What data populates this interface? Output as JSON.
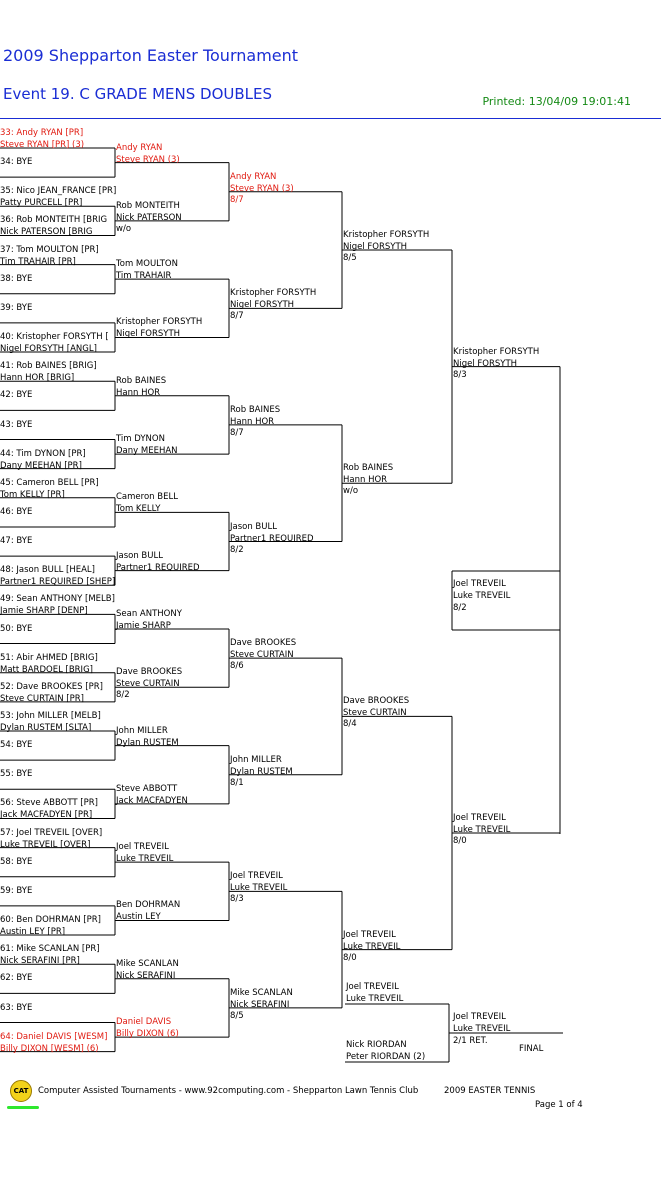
{
  "header": {
    "title": "2009 Shepparton Easter Tournament",
    "event": "Event 19. C GRADE MENS DOUBLES",
    "printed": "Printed: 13/04/09 19:01:41"
  },
  "bracket": {
    "round1": [
      {
        "top": "33: Andy RYAN [PR]",
        "bottom": "Steve RYAN [PR] (3)",
        "red": true
      },
      {
        "top": "34: BYE",
        "bottom": ""
      },
      {
        "top": "35: Nico JEAN_FRANCE [PR]",
        "bottom": "Patty PURCELL [PR]"
      },
      {
        "top": "36: Rob MONTEITH [BRIG",
        "bottom": "Nick PATERSON [BRIG"
      },
      {
        "top": "37: Tom MOULTON [PR]",
        "bottom": "Tim TRAHAIR [PR]"
      },
      {
        "top": "38: BYE",
        "bottom": ""
      },
      {
        "top": "39: BYE",
        "bottom": ""
      },
      {
        "top": "40: Kristopher FORSYTH [",
        "bottom": "Nigel FORSYTH [ANGL]"
      },
      {
        "top": "41: Rob BAINES [BRIG]",
        "bottom": "Hann HOR [BRIG]"
      },
      {
        "top": "42: BYE",
        "bottom": ""
      },
      {
        "top": "43: BYE",
        "bottom": ""
      },
      {
        "top": "44: Tim DYNON [PR]",
        "bottom": "Dany MEEHAN [PR]"
      },
      {
        "top": "45: Cameron BELL [PR]",
        "bottom": "Tom KELLY [PR]"
      },
      {
        "top": "46: BYE",
        "bottom": ""
      },
      {
        "top": "47: BYE",
        "bottom": ""
      },
      {
        "top": "48: Jason BULL [HEAL]",
        "bottom": "Partner1 REQUIRED [SHEP]"
      },
      {
        "top": "49: Sean ANTHONY [MELB]",
        "bottom": "Jamie SHARP [DENP]"
      },
      {
        "top": "50: BYE",
        "bottom": ""
      },
      {
        "top": "51: Abir AHMED [BRIG]",
        "bottom": "Matt BARDOEL [BRIG]"
      },
      {
        "top": "52: Dave BROOKES [PR]",
        "bottom": "Steve CURTAIN [PR]"
      },
      {
        "top": "53: John MILLER [MELB]",
        "bottom": "Dylan RUSTEM [SLTA]"
      },
      {
        "top": "54: BYE",
        "bottom": ""
      },
      {
        "top": "55: BYE",
        "bottom": ""
      },
      {
        "top": "56: Steve ABBOTT [PR]",
        "bottom": "Jack MACFADYEN [PR]"
      },
      {
        "top": "57: Joel TREVEIL [OVER]",
        "bottom": "Luke TREVEIL [OVER]"
      },
      {
        "top": "58: BYE",
        "bottom": ""
      },
      {
        "top": "59: BYE",
        "bottom": ""
      },
      {
        "top": "60: Ben DOHRMAN [PR]",
        "bottom": "Austin LEY [PR]"
      },
      {
        "top": "61: Mike SCANLAN [PR]",
        "bottom": "Nick SERAFINI [PR]"
      },
      {
        "top": "62: BYE",
        "bottom": ""
      },
      {
        "top": "63: BYE",
        "bottom": ""
      },
      {
        "top": "64: Daniel DAVIS [WESM]",
        "bottom": "Billy DIXON [WESM] (6)",
        "red": true
      }
    ],
    "round2": [
      {
        "top": "Andy RYAN",
        "bottom": "Steve RYAN (3)",
        "score": "",
        "red": true
      },
      {
        "top": "Rob MONTEITH",
        "bottom": "Nick PATERSON",
        "score": "w/o"
      },
      {
        "top": "Tom MOULTON",
        "bottom": "Tim TRAHAIR",
        "score": ""
      },
      {
        "top": "Kristopher FORSYTH",
        "bottom": "Nigel FORSYTH",
        "score": ""
      },
      {
        "top": "Rob BAINES",
        "bottom": "Hann HOR",
        "score": ""
      },
      {
        "top": "Tim DYNON",
        "bottom": "Dany MEEHAN",
        "score": ""
      },
      {
        "top": "Cameron BELL",
        "bottom": "Tom KELLY",
        "score": ""
      },
      {
        "top": "Jason BULL",
        "bottom": "Partner1 REQUIRED",
        "score": ""
      },
      {
        "top": "Sean ANTHONY",
        "bottom": "Jamie SHARP",
        "score": ""
      },
      {
        "top": "Dave BROOKES",
        "bottom": "Steve CURTAIN",
        "score": "8/2"
      },
      {
        "top": "John MILLER",
        "bottom": "Dylan RUSTEM",
        "score": ""
      },
      {
        "top": "Steve ABBOTT",
        "bottom": "Jack MACFADYEN",
        "score": ""
      },
      {
        "top": "Joel TREVEIL",
        "bottom": "Luke TREVEIL",
        "score": ""
      },
      {
        "top": "Ben DOHRMAN",
        "bottom": "Austin LEY",
        "score": ""
      },
      {
        "top": "Mike SCANLAN",
        "bottom": "Nick SERAFINI",
        "score": ""
      },
      {
        "top": "Daniel DAVIS",
        "bottom": "Billy DIXON (6)",
        "score": "",
        "red": true
      }
    ],
    "round3": [
      {
        "top": "Andy RYAN",
        "bottom": "Steve RYAN (3)",
        "score": "8/7",
        "red": true
      },
      {
        "top": "Kristopher FORSYTH",
        "bottom": "Nigel FORSYTH",
        "score": "8/7"
      },
      {
        "top": "Rob BAINES",
        "bottom": "Hann HOR",
        "score": "8/7"
      },
      {
        "top": "Jason BULL",
        "bottom": "Partner1 REQUIRED",
        "score": "8/2"
      },
      {
        "top": "Dave BROOKES",
        "bottom": "Steve CURTAIN",
        "score": "8/6"
      },
      {
        "top": "John MILLER",
        "bottom": "Dylan RUSTEM",
        "score": "8/1"
      },
      {
        "top": "Joel TREVEIL",
        "bottom": "Luke TREVEIL",
        "score": "8/3"
      },
      {
        "top": "Mike SCANLAN",
        "bottom": "Nick SERAFINI",
        "score": "8/5"
      }
    ],
    "round4": [
      {
        "top": "Kristopher FORSYTH",
        "bottom": "Nigel FORSYTH",
        "score": "8/5"
      },
      {
        "top": "Rob BAINES",
        "bottom": "Hann HOR",
        "score": "w/o"
      },
      {
        "top": "Dave BROOKES",
        "bottom": "Steve CURTAIN",
        "score": "8/4"
      },
      {
        "top": "Joel TREVEIL",
        "bottom": "Luke TREVEIL",
        "score": "8/0"
      }
    ],
    "round5": [
      {
        "top": "Kristopher FORSYTH",
        "bottom": "Nigel FORSYTH",
        "score": "8/3"
      },
      {
        "top": "Joel TREVEIL",
        "bottom": "Luke TREVEIL",
        "score": "8/0"
      }
    ],
    "round6": [
      {
        "top": "Joel TREVEIL",
        "bottom": "Luke TREVEIL",
        "score": "8/2"
      }
    ],
    "final": {
      "player1_top": "Joel TREVEIL",
      "player1_bottom": "Luke TREVEIL",
      "player2_top": "Nick RIORDAN",
      "player2_bottom": "Peter RIORDAN (2)",
      "winner_top": "Joel TREVEIL",
      "winner_bottom": "Luke TREVEIL",
      "score": "2/1 RET.",
      "label": "FINAL"
    }
  },
  "footer": {
    "logo_text": "CAT",
    "credit": "Computer Assisted Tournaments - www.92computing.com -  Shepparton Lawn Tennis Club",
    "tournament": "2009 EASTER TENNIS",
    "page": "Page 1 of 4"
  }
}
